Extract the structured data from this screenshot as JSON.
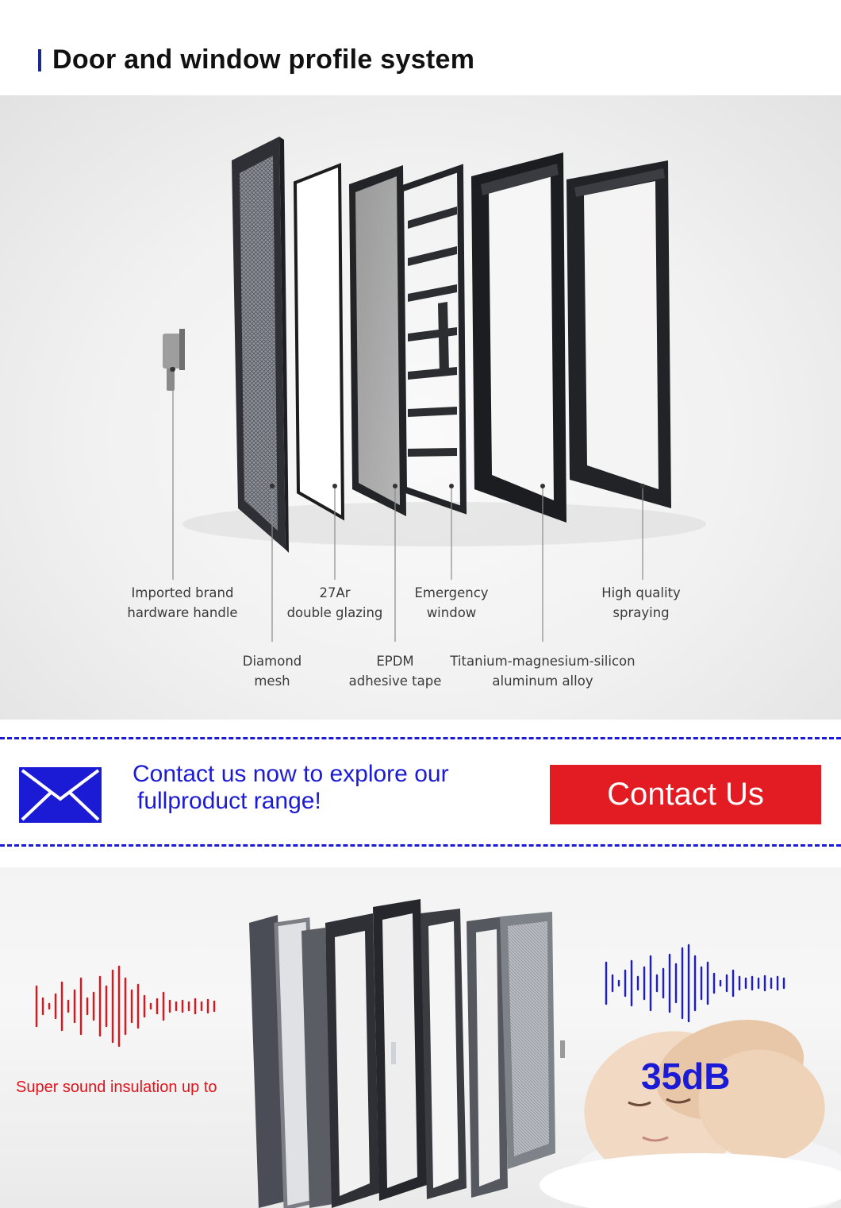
{
  "header": {
    "title": "Door and window profile system"
  },
  "profile_labels": {
    "handle": [
      "Imported brand",
      "hardware handle"
    ],
    "glazing": [
      "27Ar",
      "double glazing"
    ],
    "emergency": [
      "Emergency",
      "window"
    ],
    "spraying": [
      "High quality",
      "spraying"
    ],
    "mesh": [
      "Diamond",
      "mesh"
    ],
    "tape": [
      "EPDM",
      "adhesive tape"
    ],
    "alloy": [
      "Titanium-magnesium-silicon",
      "aluminum alloy"
    ]
  },
  "contact": {
    "message_line1": "Contact us now to explore our",
    "message_line2": "fullproduct range!",
    "button_label": "Contact Us",
    "accent_blue": "#1b1bd6",
    "button_red": "#e31b23"
  },
  "insulation": {
    "caption": "Super sound insulation up to",
    "value": "35dB",
    "caption_color": "#e0141c",
    "value_color": "#1b1bd6"
  }
}
